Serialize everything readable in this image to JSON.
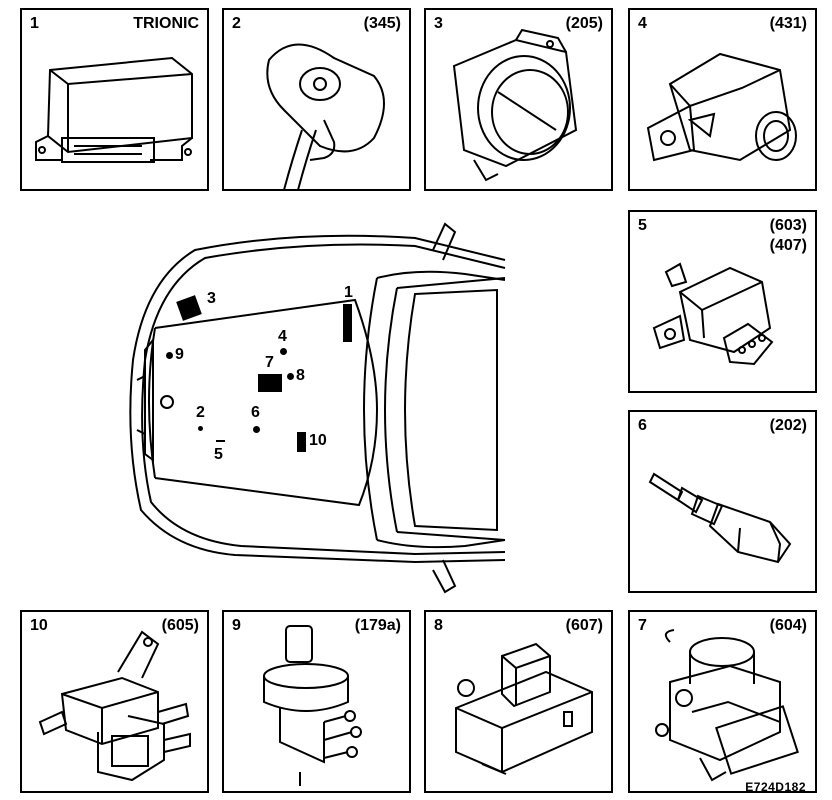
{
  "panels": {
    "p1": {
      "num": "1",
      "code": "TRIONIC"
    },
    "p2": {
      "num": "2",
      "code": "(345)"
    },
    "p3": {
      "num": "3",
      "code": "(205)"
    },
    "p4": {
      "num": "4",
      "code": "(431)"
    },
    "p5": {
      "num": "5",
      "code": "(603)",
      "code2": "(407)"
    },
    "p6": {
      "num": "6",
      "code": "(202)"
    },
    "p7": {
      "num": "7",
      "code": "(604)"
    },
    "p8": {
      "num": "8",
      "code": "(607)"
    },
    "p9": {
      "num": "9",
      "code": "(179a)"
    },
    "p10": {
      "num": "10",
      "code": "(605)"
    }
  },
  "car_callouts": {
    "c1": "1",
    "c2": "2",
    "c3": "3",
    "c4": "4",
    "c5": "5",
    "c6": "6",
    "c7": "7",
    "c8": "8",
    "c9": "9",
    "c10": "10"
  },
  "figure_ref": "E724D182"
}
